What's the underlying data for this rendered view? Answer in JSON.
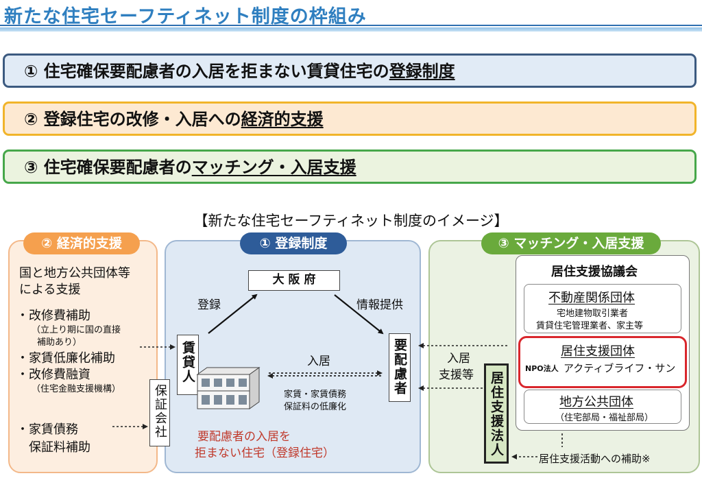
{
  "header": {
    "title": "新たな住宅セーフティネット制度の枠組み"
  },
  "pillars": {
    "p1": {
      "before": "① 住宅確保要配慮者の入居を拒まない賃貸住宅の",
      "under": "登録制度"
    },
    "p2": {
      "before": "② 登録住宅の改修・入居への",
      "under": "経済的支援"
    },
    "p3": {
      "before": "③ 住宅確保要配慮者の",
      "under": "マッチング・入居支援"
    }
  },
  "image_title": "【新たな住宅セーフティネット制度のイメージ】",
  "econ": {
    "badge": "② 経済的支援",
    "intro1": "国と地方公共団体等",
    "intro2": "による支援",
    "i1": "・改修費補助",
    "i1n1": "（立上り期に国の直接",
    "i1n2": "補助あり）",
    "i2": "・家賃低廉化補助",
    "i3": "・改修費融資",
    "i3n": "（住宅金融支援機構）",
    "i4a": "・家賃債務",
    "i4b": "保証料補助",
    "guarantor": "保証会社"
  },
  "reg": {
    "badge": "① 登録制度",
    "osaka": "大 阪 府",
    "registration": "登録",
    "info": "情報提供",
    "lessor": "賃貸人",
    "tenant": "要配慮者",
    "movein": "入居",
    "rent1": "家賃・家賃債務",
    "rent2": "保証料の低廉化",
    "note1": "要配慮者の入居を",
    "note2": "拒まない住宅（登録住宅）"
  },
  "match": {
    "badge": "③ マッチング・入居支援",
    "council": "居住支援協議会",
    "realestate": "不動産関係団体",
    "realestate_sub1": "宅地建物取引業者",
    "realestate_sub2": "賃貸住宅管理業者、家主等",
    "support_org": "居住支援団体",
    "npo_prefix": "NPO法人",
    "npo_name": "アクティブライフ・サン",
    "local_gov": "地方公共団体",
    "local_gov_sub": "（住宅部局・福祉部局）",
    "movein_support1": "入居",
    "movein_support2": "支援等",
    "corp": "居住支援法人",
    "subsidy": "居住支援活動への補助※"
  },
  "colors": {
    "title_blue": "#2f7fc0",
    "econ_orange": "#f5a04e",
    "reg_navy": "#2e5c99",
    "match_green": "#6aaa3c",
    "highlight_red": "#d9262c",
    "note_red": "#c0392b"
  }
}
